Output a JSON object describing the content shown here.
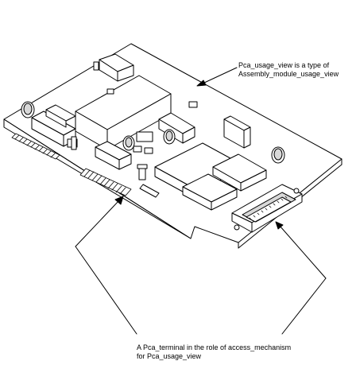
{
  "annotations": {
    "top": {
      "line1": "Pca_usage_view is a type of",
      "line2": "Assembly_module_usage_view"
    },
    "bottom": {
      "line1": "A Pca_terminal in the role of access_mechanism",
      "line2": "for Pca_usage_view"
    }
  },
  "colors": {
    "line": "#000000",
    "board": "#ffffff",
    "shade": "#d8d8d8"
  }
}
